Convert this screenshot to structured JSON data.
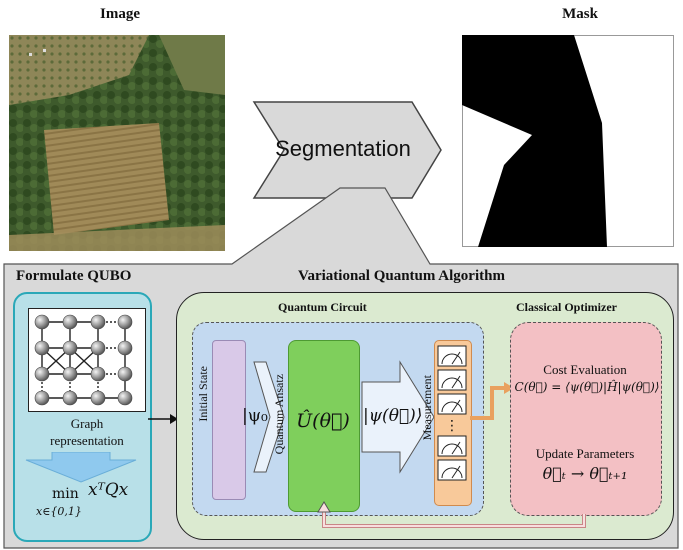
{
  "top": {
    "image_title": "Image",
    "mask_title": "Mask",
    "segmentation_label": "Segmentation"
  },
  "qubo": {
    "title": "Formulate QUBO",
    "graph_label_line1": "Graph",
    "graph_label_line2": "representation",
    "objective_min": "min",
    "objective_sub": "x∈{0,1}",
    "objective_expr": "xᵀQx"
  },
  "vqa": {
    "title": "Variational Quantum Algorithm",
    "circuit_title": "Quantum Circuit",
    "optimizer_title": "Classical Optimizer",
    "initial_state_label": "Initial State",
    "initial_state_ket": "|ψ₀⟩",
    "ansatz_label": "Quantum Ansatz",
    "unitary": "Û(θ⃗)",
    "state_ket": "|ψ(θ⃗)⟩",
    "measurement_label": "Measurement",
    "cost_title": "Cost Evaluation",
    "cost_formula": "C(θ⃗) = ⟨ψ(θ⃗)|Ĥ|ψ(θ⃗)⟩",
    "update_title": "Update Parameters",
    "update_formula": "θ⃗ₜ → θ⃗ₜ₊₁",
    "meter_dots": "⋮"
  },
  "colors": {
    "panel_bg": "#d9d9d9",
    "qubo_bg": "#b8e0e8",
    "qubo_border": "#2aa8b8",
    "vqa_bg": "#dbead0",
    "circuit_bg": "#c3d9f0",
    "initial_state": "#d9c9e8",
    "ansatz": "#7fcf5c",
    "measurement": "#f8c99a",
    "optimizer": "#f3c0c4"
  }
}
